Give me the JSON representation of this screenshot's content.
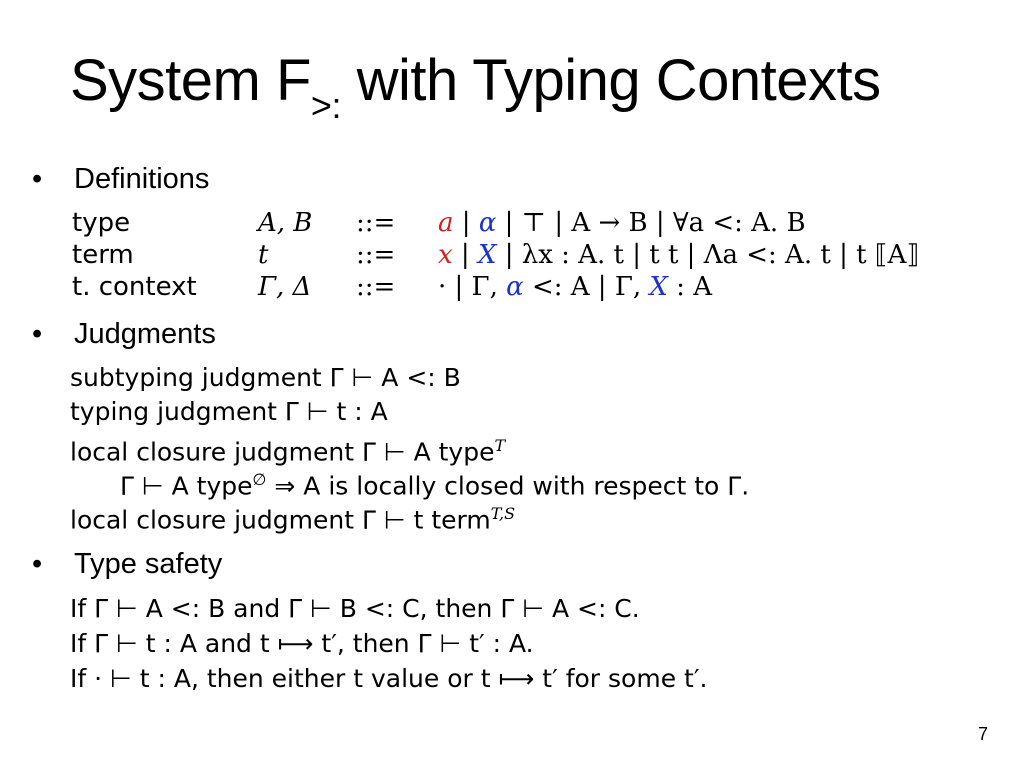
{
  "title": {
    "main": "System F",
    "subscript": ">:",
    "rest": " with Typing Contexts"
  },
  "bullets": {
    "definitions": "Definitions",
    "judgments": "Judgments",
    "type_safety": "Type safety"
  },
  "definitions": {
    "type": {
      "label": "type",
      "meta": "A, B",
      "op": "::=",
      "parts": [
        "a",
        " | ",
        "α",
        " | ⊤ | A → B | ∀a <: A. B"
      ]
    },
    "term": {
      "label": "term",
      "meta": "t",
      "op": "::=",
      "parts": [
        "x",
        " | ",
        "X",
        " | λx : A. t | t t | Λa <: A. t | t ⟦A⟧"
      ]
    },
    "context": {
      "label": "t. context",
      "meta": "Γ, Δ",
      "op": "::=",
      "parts": [
        "· | Γ, ",
        "α",
        " <: A | Γ, ",
        "X",
        " : A"
      ]
    }
  },
  "judgments": {
    "subtyping": "subtyping judgment Γ ⊢ A <: B",
    "typing": "typing judgment Γ ⊢ t : A",
    "local_closure_type": "local closure judgment Γ ⊢ A type",
    "local_closure_type_sup": "T",
    "closed_note_pre": "Γ ⊢ A type",
    "closed_note_sup": "∅",
    "closed_note_post": " ⇒ A is locally closed with respect to Γ.",
    "local_closure_term": "local closure judgment Γ ⊢ t term",
    "local_closure_term_sup": "T,S"
  },
  "type_safety": {
    "line1": "If Γ ⊢ A <: B and Γ ⊢ B <: C, then Γ ⊢ A <: C.",
    "line2": "If Γ ⊢ t : A and t ⟼ t′, then Γ ⊢ t′ : A.",
    "line3": "If · ⊢ t : A, then either t value or t ⟼ t′ for some t′."
  },
  "page_number": "7",
  "colors": {
    "red": "#d22020",
    "blue": "#1a32c8"
  }
}
